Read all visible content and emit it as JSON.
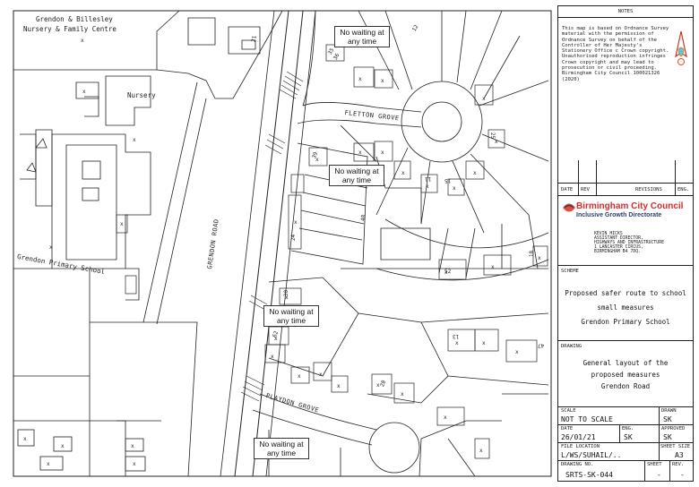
{
  "map": {
    "labels": {
      "nursery_title_1": "Grendon & Billesley",
      "nursery_title_2": "Nursery & Family Centre",
      "nursery": "Nursery",
      "school": "Grendon Primary School",
      "grendon_road": "GRENDON ROAD",
      "fletton_grove": "FLETTON GROVE",
      "playdon_grove": "PLAYDON GROVE"
    },
    "callouts": [
      {
        "text": "No waiting at any time"
      },
      {
        "text": "No waiting at any time"
      },
      {
        "text": "No waiting at any time"
      },
      {
        "text": "No waiting at any time"
      }
    ],
    "house_numbers": [
      "11",
      "15",
      "13",
      "52",
      "25",
      "21",
      "35",
      "39",
      "47",
      "62",
      "28",
      "30",
      "18",
      "12",
      "36",
      "48",
      "24"
    ]
  },
  "title_block": {
    "notes_header": "NOTES",
    "notes_text": "This map is based on Ordnance Survey material with the permission of Ordnance Survey on behalf of the Controller of Her Majesty's Stationery Office c Crown copyright. Unauthorised reproduction infringes Crown copyright and may lead to prosecution or civil proceeding. Birmingham City Council 100021326 (2020)",
    "revisions": {
      "date": "DATE",
      "rev": "REV",
      "revisions": "REVISIONS",
      "eng": "ENG."
    },
    "council_name": "Birmingham City Council",
    "directorate": "Inclusive Growth Directorate",
    "address_lines": [
      "KEVIN HICKS",
      "ASSISTANT DIRECTOR,",
      "HIGHWAYS AND INFRASTRUCTURE",
      "1 LANCASTER CIRCUS,",
      "BIRMINGHAM B4 7DQ."
    ],
    "scheme_label": "SCHEME",
    "scheme_lines": [
      "Proposed safer route to school",
      "small measures",
      "Grendon Primary School"
    ],
    "drawing_label": "DRAWING",
    "drawing_lines": [
      "General layout of the",
      "proposed measures",
      "Grendon Road"
    ],
    "scale_label": "SCALE",
    "scale_value": "NOT TO SCALE",
    "drawn_label": "DRAWN",
    "drawn_value": "SK",
    "date_label": "DATE",
    "date_value": "26/01/21",
    "eng_label": "ENG.",
    "eng_value": "SK",
    "approved_label": "APPROVED",
    "approved_value": "SK",
    "file_location_label": "FILE LOCATION",
    "file_location_value": "L/WS/SUHAIL/..",
    "sheet_size_label": "SHEET SIZE",
    "sheet_size_value": "A3",
    "drawing_no_label": "DRAWING NO.",
    "drawing_no_value": "SRTS-SK-044",
    "sheet_label": "SHEET",
    "sheet_value": "-",
    "rev_label": "REV.",
    "rev_value": "-"
  }
}
